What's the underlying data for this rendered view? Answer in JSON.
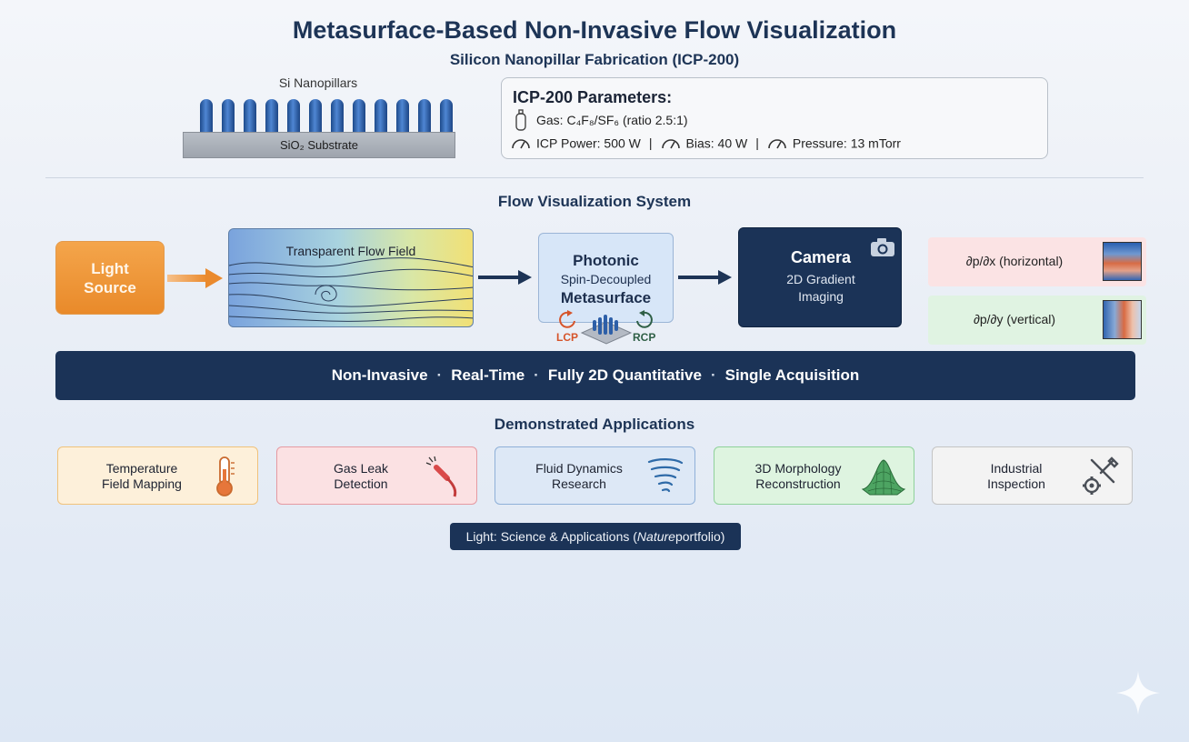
{
  "header": {
    "title": "Metasurface-Based Non-Invasive Flow Visualization",
    "subtitle": "Silicon Nanopillar Fabrication (ICP-200)"
  },
  "fabrication": {
    "pillars_label": "Si Nanopillars",
    "substrate_label": "SiO₂ Substrate",
    "params_title": "ICP-200 Parameters:",
    "gas": "Gas: C₄F₈/SF₆ (ratio 2.5:1)",
    "icp_power": "ICP Power: 500 W",
    "bias": "Bias: 40 W",
    "pressure": "Pressure: 13 mTorr",
    "separator": "|"
  },
  "system": {
    "section_title": "Flow Visualization System",
    "light_source": "Light Source",
    "flow_field": "Transparent Flow Field",
    "metasurface": {
      "line1": "Photonic",
      "line2": "Spin-Decoupled",
      "line3": "Metasurface",
      "lcp": "LCP",
      "rcp": "RCP"
    },
    "camera": {
      "title": "Camera",
      "line1": "2D Gradient",
      "line2": "Imaging"
    },
    "gradient_h": "∂p/∂x (horizontal)",
    "gradient_v": "∂p/∂y (vertical)"
  },
  "banner": {
    "item1": "Non-Invasive",
    "item2": "Real-Time",
    "item3": "Fully 2D Quantitative",
    "item4": "Single Acquisition",
    "dot": "·"
  },
  "applications": {
    "section_title": "Demonstrated Applications",
    "items": [
      {
        "line1": "Temperature",
        "line2": "Field Mapping",
        "icon": "thermometer-icon"
      },
      {
        "line1": "Gas Leak",
        "line2": "Detection",
        "icon": "gas-nozzle-icon"
      },
      {
        "line1": "Fluid Dynamics",
        "line2": "Research",
        "icon": "vortex-icon"
      },
      {
        "line1": "3D Morphology",
        "line2": "Reconstruction",
        "icon": "mesh-surface-icon"
      },
      {
        "line1": "Industrial",
        "line2": "Inspection",
        "icon": "tools-gear-icon"
      }
    ]
  },
  "footer": {
    "prefix": "Light: Science & Applications (",
    "italic": "Nature",
    "suffix": " portfolio)"
  },
  "colors": {
    "navy": "#1b3357",
    "orange": "#e98a2a",
    "metasurface_blue": "#d7e6f8"
  }
}
